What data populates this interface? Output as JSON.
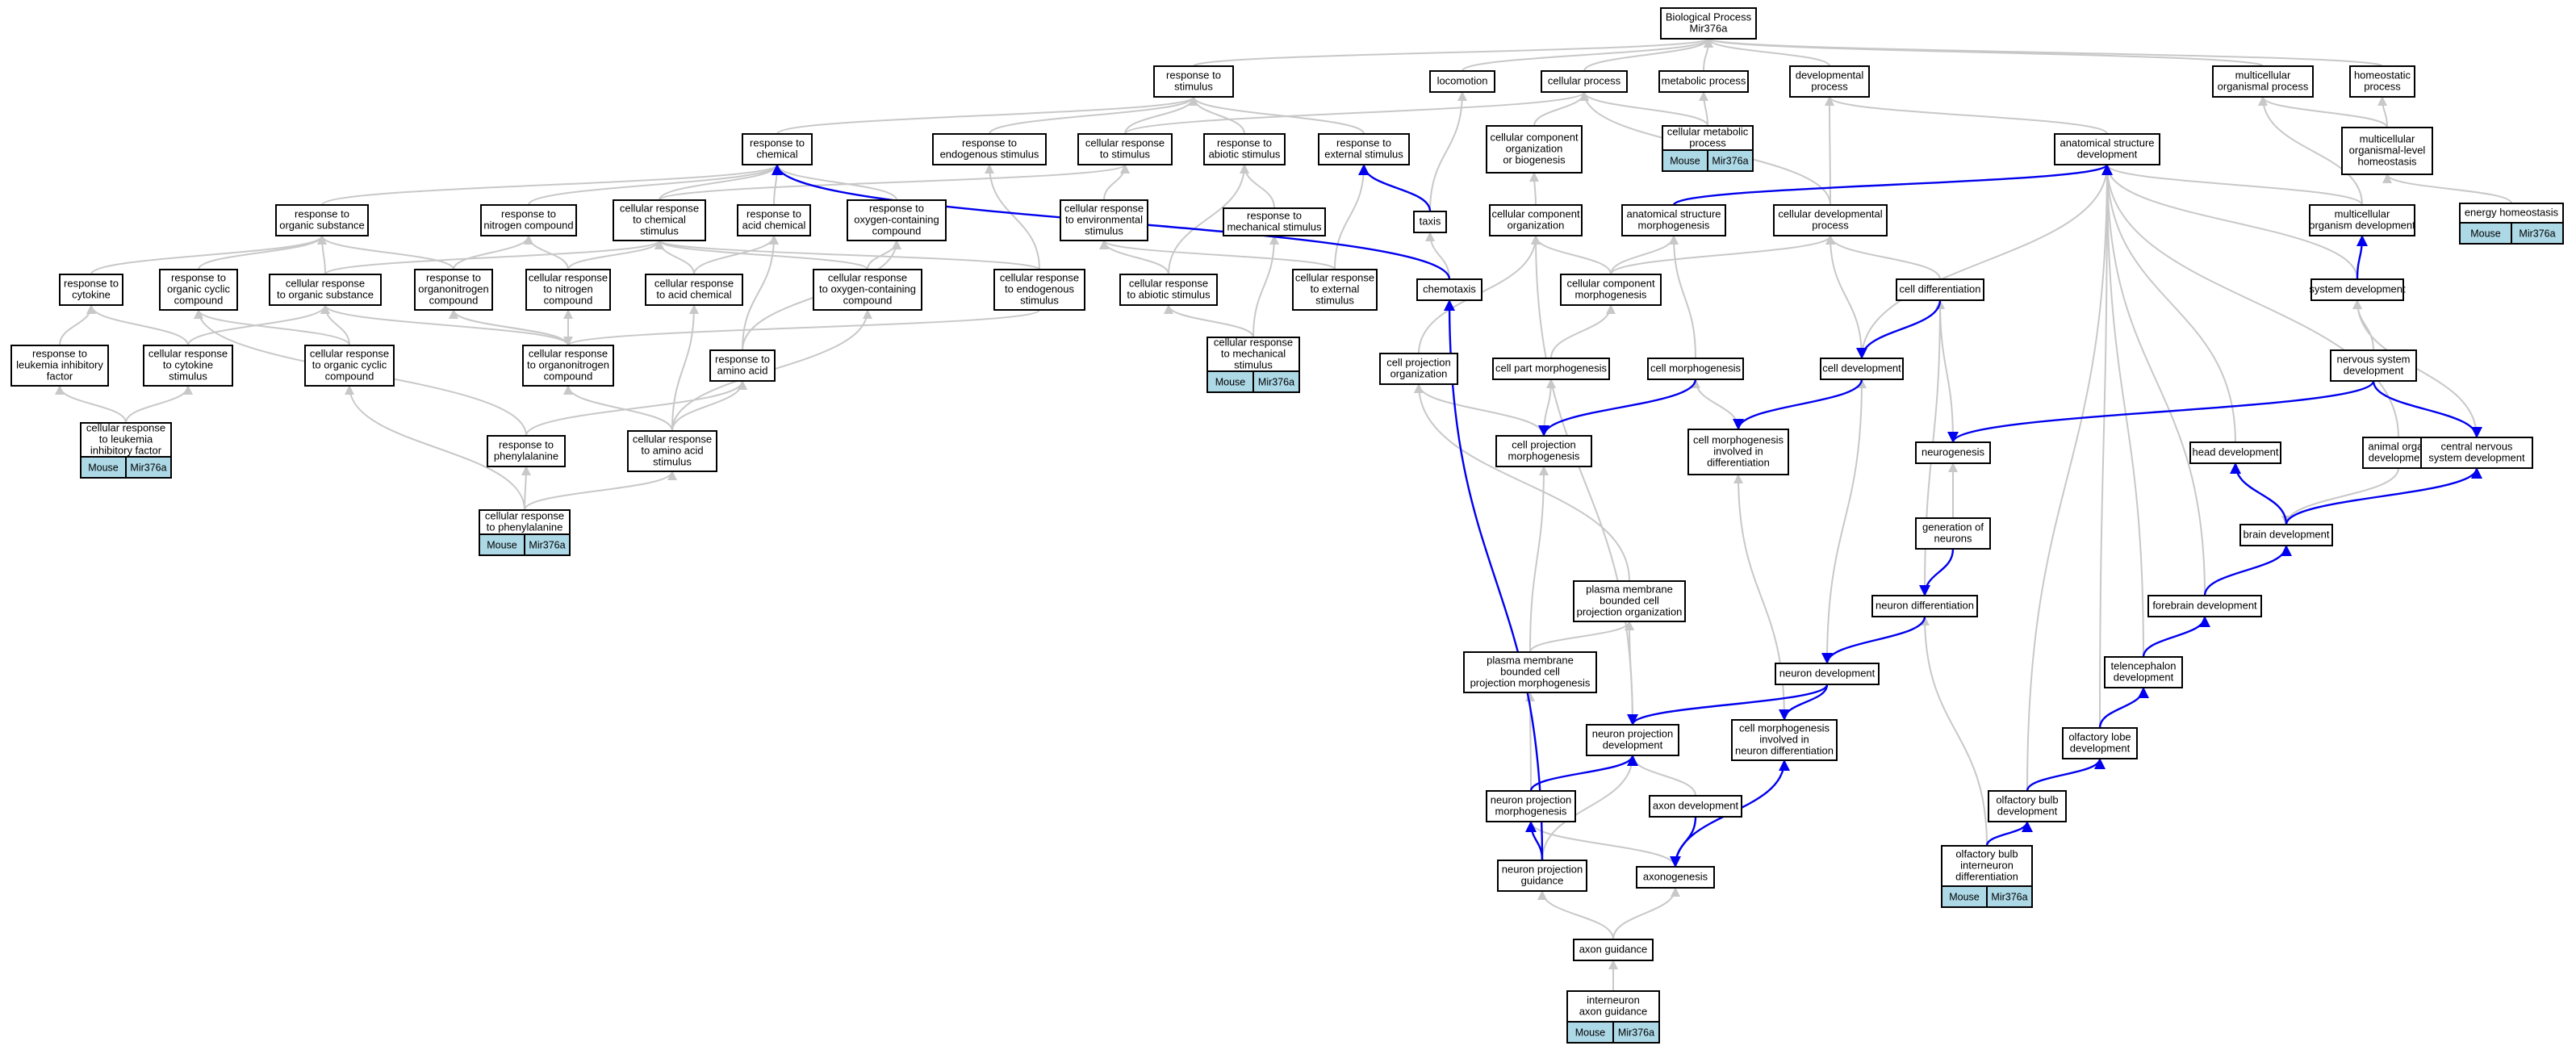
{
  "colors": {
    "gray_edge": "#c8c8c8",
    "blue_edge": "#0000ee",
    "tag_fill": "#add8e6",
    "node_border": "#000000"
  },
  "nodes": {
    "bp": {
      "lines": [
        "Biological Process",
        "Mir376a"
      ]
    },
    "rstim": {
      "lines": [
        "response to",
        "stimulus"
      ]
    },
    "loco": {
      "lines": [
        "locomotion"
      ]
    },
    "cproc": {
      "lines": [
        "cellular process"
      ]
    },
    "metab": {
      "lines": [
        "metabolic process"
      ]
    },
    "devproc": {
      "lines": [
        "developmental",
        "process"
      ]
    },
    "multproc": {
      "lines": [
        "multicellular",
        "organismal process"
      ]
    },
    "homeo": {
      "lines": [
        "homeostatic",
        "process"
      ]
    },
    "rchem": {
      "lines": [
        "response to",
        "chemical"
      ]
    },
    "rendo": {
      "lines": [
        "response to",
        "endogenous stimulus"
      ]
    },
    "crstim": {
      "lines": [
        "cellular response",
        "to stimulus"
      ]
    },
    "rabio": {
      "lines": [
        "response to",
        "abiotic stimulus"
      ]
    },
    "rext": {
      "lines": [
        "response to",
        "external stimulus"
      ]
    },
    "ccob": {
      "lines": [
        "cellular component",
        "organization",
        "or biogenesis"
      ]
    },
    "cmetab": {
      "lines": [
        "cellular metabolic",
        "process"
      ],
      "tag": [
        "Mouse",
        "Mir376a"
      ]
    },
    "asd": {
      "lines": [
        "anatomical structure",
        "development"
      ]
    },
    "mohomeo": {
      "lines": [
        "multicellular",
        "organismal-level",
        "homeostasis"
      ]
    },
    "rorgsub": {
      "lines": [
        "response to",
        "organic substance"
      ]
    },
    "rnitro": {
      "lines": [
        "response to",
        "nitrogen compound"
      ]
    },
    "crchem": {
      "lines": [
        "cellular response",
        "to chemical",
        "stimulus"
      ]
    },
    "racid": {
      "lines": [
        "response to",
        "acid chemical"
      ]
    },
    "roxy": {
      "lines": [
        "response to",
        "oxygen-containing",
        "compound"
      ]
    },
    "crenv": {
      "lines": [
        "cellular response",
        "to environmental",
        "stimulus"
      ]
    },
    "rmech": {
      "lines": [
        "response to",
        "mechanical stimulus"
      ]
    },
    "taxis": {
      "lines": [
        "taxis"
      ]
    },
    "cco": {
      "lines": [
        "cellular component",
        "organization"
      ]
    },
    "asm": {
      "lines": [
        "anatomical structure",
        "morphogenesis"
      ]
    },
    "cdev": {
      "lines": [
        "cellular developmental",
        "process"
      ]
    },
    "mod": {
      "lines": [
        "multicellular",
        "organism development"
      ]
    },
    "energy": {
      "lines": [
        "energy homeostasis"
      ],
      "tag": [
        "Mouse",
        "Mir376a"
      ]
    },
    "rcyto": {
      "lines": [
        "response to",
        "cytokine"
      ]
    },
    "rocyc": {
      "lines": [
        "response to",
        "organic cyclic",
        "compound"
      ]
    },
    "crorg": {
      "lines": [
        "cellular response",
        "to organic substance"
      ]
    },
    "rorgn": {
      "lines": [
        "response to",
        "organonitrogen",
        "compound"
      ]
    },
    "crnitro": {
      "lines": [
        "cellular response",
        "to nitrogen",
        "compound"
      ]
    },
    "cracid": {
      "lines": [
        "cellular response",
        "to acid chemical"
      ]
    },
    "croxy": {
      "lines": [
        "cellular response",
        "to oxygen-containing",
        "compound"
      ]
    },
    "crendo": {
      "lines": [
        "cellular response",
        "to endogenous",
        "stimulus"
      ]
    },
    "crabio": {
      "lines": [
        "cellular response",
        "to abiotic stimulus"
      ]
    },
    "crext": {
      "lines": [
        "cellular response",
        "to external",
        "stimulus"
      ]
    },
    "chemo": {
      "lines": [
        "chemotaxis"
      ]
    },
    "ccm": {
      "lines": [
        "cellular component",
        "morphogenesis"
      ]
    },
    "cdiff": {
      "lines": [
        "cell differentiation"
      ]
    },
    "sysdev": {
      "lines": [
        "system development"
      ]
    },
    "rlif": {
      "lines": [
        "response to",
        "leukemia inhibitory",
        "factor"
      ]
    },
    "crcyto": {
      "lines": [
        "cellular response",
        "to cytokine",
        "stimulus"
      ]
    },
    "crocyc": {
      "lines": [
        "cellular response",
        "to organic cyclic",
        "compound"
      ]
    },
    "crorgn": {
      "lines": [
        "cellular response",
        "to organonitrogen",
        "compound"
      ]
    },
    "raa": {
      "lines": [
        "response to",
        "amino acid"
      ]
    },
    "crmech": {
      "lines": [
        "cellular response",
        "to mechanical",
        "stimulus"
      ],
      "tag": [
        "Mouse",
        "Mir376a"
      ]
    },
    "cpo": {
      "lines": [
        "cell projection",
        "organization"
      ]
    },
    "cpm": {
      "lines": [
        "cell part morphogenesis"
      ]
    },
    "cmorph": {
      "lines": [
        "cell morphogenesis"
      ]
    },
    "celldev": {
      "lines": [
        "cell development"
      ]
    },
    "nsd": {
      "lines": [
        "nervous system",
        "development"
      ]
    },
    "crlif": {
      "lines": [
        "cellular response",
        "to leukemia",
        "inhibitory factor"
      ],
      "tag": [
        "Mouse",
        "Mir376a"
      ]
    },
    "rphe": {
      "lines": [
        "response to",
        "phenylalanine"
      ]
    },
    "craa": {
      "lines": [
        "cellular response",
        "to amino acid",
        "stimulus"
      ]
    },
    "cpmorph": {
      "lines": [
        "cell projection",
        "morphogenesis"
      ]
    },
    "cmid": {
      "lines": [
        "cell morphogenesis",
        "involved in",
        "differentiation"
      ]
    },
    "neurog": {
      "lines": [
        "neurogenesis"
      ]
    },
    "headdev": {
      "lines": [
        "head development"
      ]
    },
    "aod": {
      "lines": [
        "animal organ",
        "development"
      ]
    },
    "cnsd": {
      "lines": [
        "central nervous",
        "system development"
      ]
    },
    "crphe": {
      "lines": [
        "cellular response",
        "to phenylalanine"
      ],
      "tag": [
        "Mouse",
        "Mir376a"
      ]
    },
    "gen": {
      "lines": [
        "generation of",
        "neurons"
      ]
    },
    "brain": {
      "lines": [
        "brain development"
      ]
    },
    "pmbcpo": {
      "lines": [
        "plasma membrane",
        "bounded cell",
        "projection organization"
      ]
    },
    "ndiff": {
      "lines": [
        "neuron differentiation"
      ]
    },
    "fore": {
      "lines": [
        "forebrain development"
      ]
    },
    "pmbcpm": {
      "lines": [
        "plasma membrane",
        "bounded cell",
        "projection morphogenesis"
      ]
    },
    "ndev": {
      "lines": [
        "neuron development"
      ]
    },
    "tel": {
      "lines": [
        "telencephalon",
        "development"
      ]
    },
    "npd": {
      "lines": [
        "neuron projection",
        "development"
      ]
    },
    "cmind": {
      "lines": [
        "cell morphogenesis",
        "involved in",
        "neuron differentiation"
      ]
    },
    "olf": {
      "lines": [
        "olfactory lobe",
        "development"
      ]
    },
    "npm": {
      "lines": [
        "neuron projection",
        "morphogenesis"
      ]
    },
    "axdev": {
      "lines": [
        "axon development"
      ]
    },
    "obd": {
      "lines": [
        "olfactory bulb",
        "development"
      ]
    },
    "npg": {
      "lines": [
        "neuron projection",
        "guidance"
      ]
    },
    "axogen": {
      "lines": [
        "axonogenesis"
      ]
    },
    "obid": {
      "lines": [
        "olfactory bulb",
        "interneuron",
        "differentiation"
      ],
      "tag": [
        "Mouse",
        "Mir376a"
      ]
    },
    "axguide": {
      "lines": [
        "axon guidance"
      ]
    },
    "inag": {
      "lines": [
        "interneuron",
        "axon guidance"
      ],
      "tag": [
        "Mouse",
        "Mir376a"
      ]
    }
  }
}
